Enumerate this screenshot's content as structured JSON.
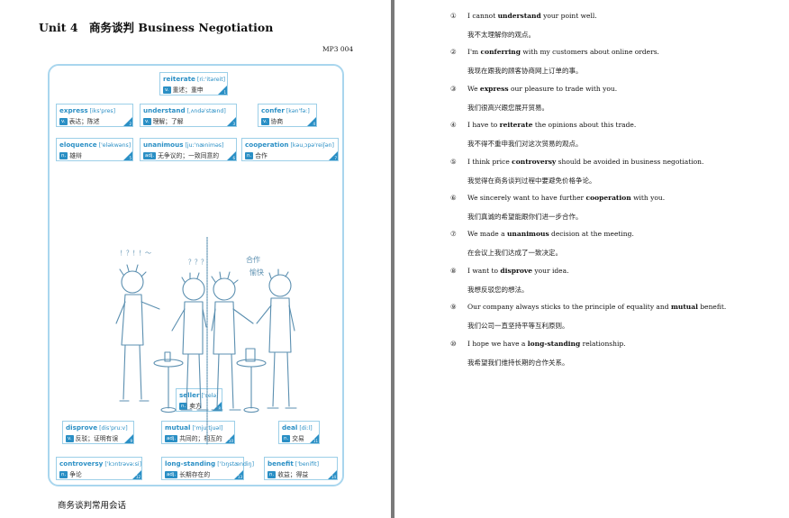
{
  "left_page": {
    "unit_title": "Unit 4　商务谈判 Business Negotiation",
    "mp3_label": "MP3 004",
    "footer": "商务谈判常用会话",
    "vocab_cards": [
      {
        "word": "reiterate",
        "phonetic": "[riː'itəreit]",
        "pos": "v.",
        "meaning": "重述；重申",
        "num": "1"
      },
      {
        "word": "express",
        "phonetic": "[iks'pres]",
        "pos": "v.",
        "meaning": "表达；陈述",
        "num": "2"
      },
      {
        "word": "understand",
        "phonetic": "[ˌʌndə'stænd]",
        "pos": "v.",
        "meaning": "理解；了解",
        "num": "3"
      },
      {
        "word": "confer",
        "phonetic": "[kən'fəː]",
        "pos": "v.",
        "meaning": "协商",
        "num": "4"
      },
      {
        "word": "eloquence",
        "phonetic": "['eləkwəns]",
        "pos": "n.",
        "meaning": "雄辩",
        "num": "5"
      },
      {
        "word": "unanimous",
        "phonetic": "[juː'næniməs]",
        "pos": "adj.",
        "meaning": "无争议的；一致同意的",
        "num": "6"
      },
      {
        "word": "cooperation",
        "phonetic": "[kəuˌɔpə'reiʃən]",
        "pos": "n.",
        "meaning": "合作",
        "num": "7"
      },
      {
        "word": "seller",
        "phonetic": "['selə]",
        "pos": "n.",
        "meaning": "卖方",
        "num": "8"
      },
      {
        "word": "disprove",
        "phonetic": "[dis'pruːv]",
        "pos": "v.",
        "meaning": "反驳；证明有误",
        "num": "9"
      },
      {
        "word": "mutual",
        "phonetic": "['mjuːtjuəl]",
        "pos": "adj.",
        "meaning": "共同的；相互的",
        "num": "10"
      },
      {
        "word": "deal",
        "phonetic": "[diːl]",
        "pos": "n.",
        "meaning": "交易",
        "num": "11"
      },
      {
        "word": "controversy",
        "phonetic": "['kɔntrəvəːsi]",
        "pos": "n.",
        "meaning": "争论",
        "num": "12"
      },
      {
        "word": "long-standing",
        "phonetic": "['lɔŋstændiŋ]",
        "pos": "adj.",
        "meaning": "长期存在的",
        "num": "13"
      },
      {
        "word": "benefit",
        "phonetic": "['benifit]",
        "pos": "n.",
        "meaning": "收益；得益",
        "num": "14"
      }
    ],
    "illustration": {
      "exclamations": [
        "！？！！～",
        "？？？",
        "合作",
        "愉快"
      ]
    }
  },
  "right_page": {
    "sentences": [
      {
        "num": "①",
        "before": "I cannot ",
        "key": "understand",
        "after": " your point well.",
        "zh": "我不太理解你的观点。"
      },
      {
        "num": "②",
        "before": "I'm ",
        "key": "conferring",
        "after": " with my customers about online orders.",
        "zh": "我现在跟我的顾客协商网上订单的事。"
      },
      {
        "num": "③",
        "before": "We ",
        "key": "express",
        "after": " our pleasure to trade with you.",
        "zh": "我们很高兴跟您展开贸易。"
      },
      {
        "num": "④",
        "before": "I have to ",
        "key": "reiterate",
        "after": " the opinions about this trade.",
        "zh": "我不得不重申我们对这次贸易的观点。"
      },
      {
        "num": "⑤",
        "before": "I think price ",
        "key": "controversy",
        "after": " should be avoided in business negotiation.",
        "zh": "我觉得在商务谈判过程中要避免价格争论。"
      },
      {
        "num": "⑥",
        "before": "We sincerely want to have further ",
        "key": "cooperation",
        "after": " with you.",
        "zh": "我们真诚的希望能跟你们进一步合作。"
      },
      {
        "num": "⑦",
        "before": "We made a ",
        "key": "unanimous",
        "after": " decision at the meeting.",
        "zh": "在会议上我们达成了一致决定。"
      },
      {
        "num": "⑧",
        "before": "I want to ",
        "key": "disprove",
        "after": " your idea.",
        "zh": "我想反驳您的想法。"
      },
      {
        "num": "⑨",
        "before": "Our company always sticks to the principle of equality and ",
        "key": "mutual",
        "after": " benefit.",
        "zh": "我们公司一直坚持平等互利原则。"
      },
      {
        "num": "⑩",
        "before": "I hope we have a ",
        "key": "long-standing",
        "after": " relationship.",
        "zh": "我希望我们维持长期的合作关系。"
      }
    ]
  },
  "colors": {
    "accent": "#2a8fc5",
    "card_border": "#9ccfe8",
    "panel_border": "#a9d6ee"
  }
}
